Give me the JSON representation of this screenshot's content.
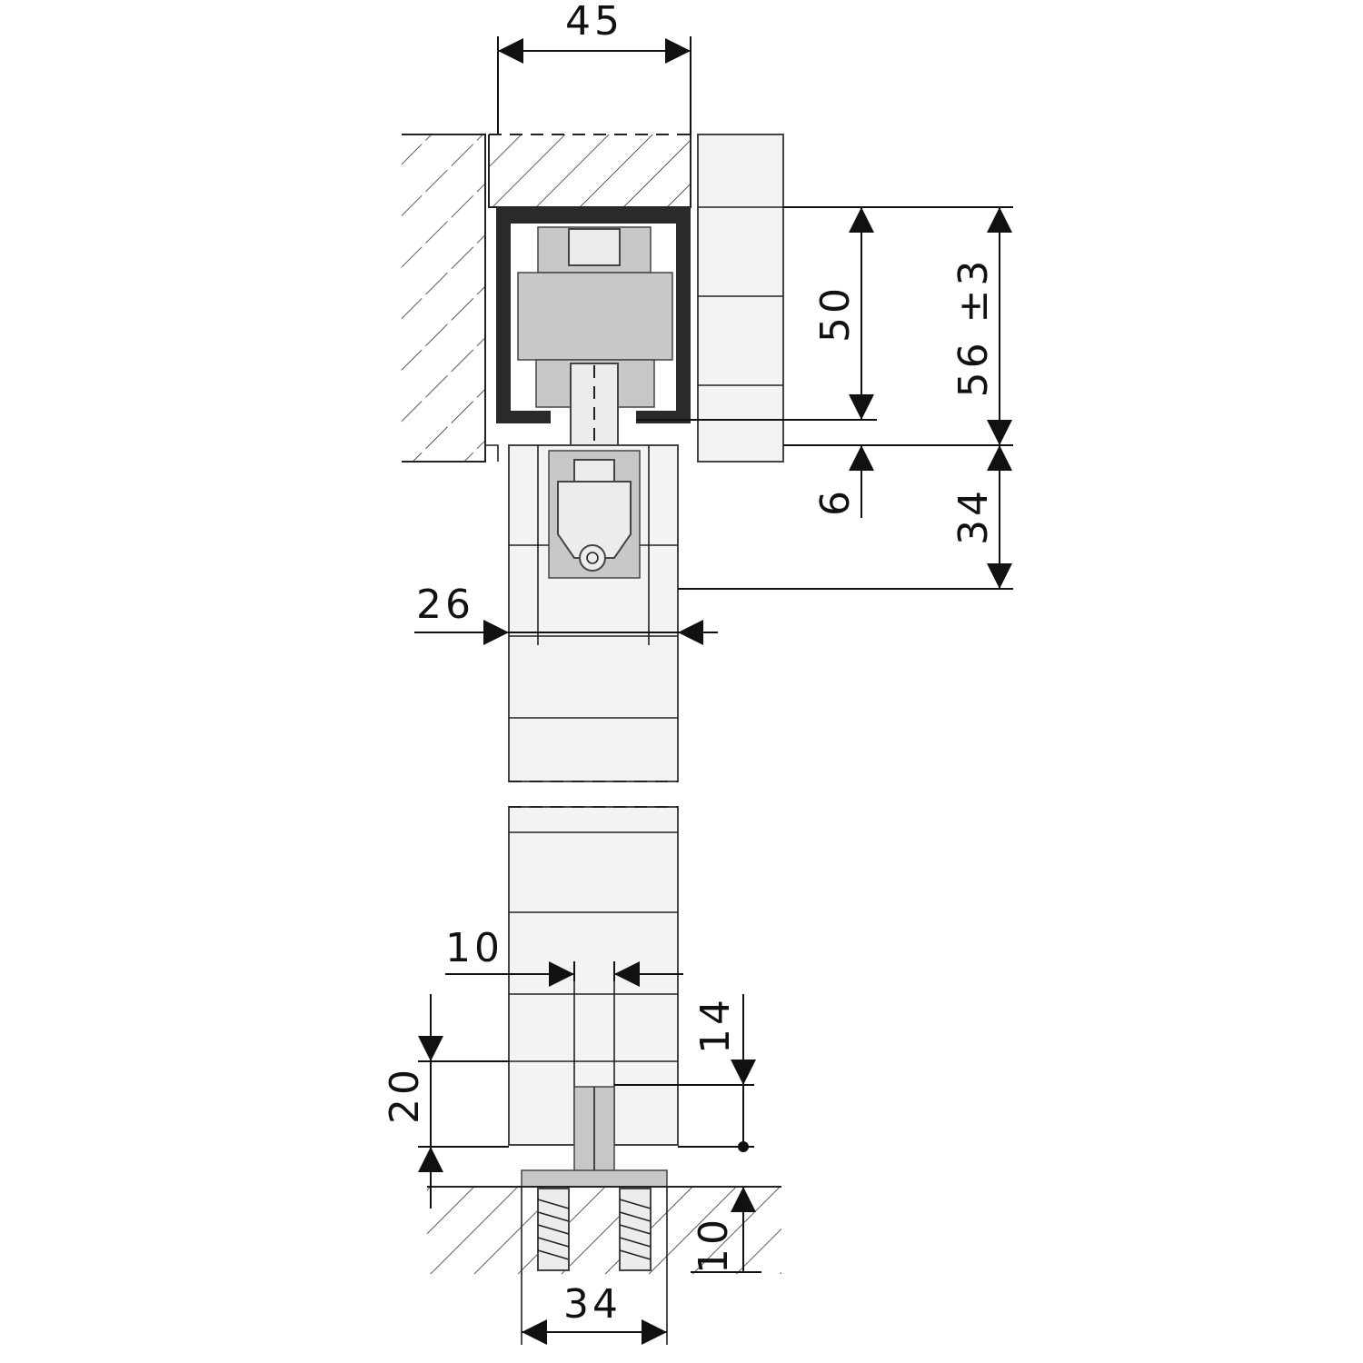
{
  "dimensions": {
    "top_width": "45",
    "track_height": "50",
    "total_height": "56 ±3",
    "gap": "6",
    "hanger_height": "34",
    "door_thickness": "26",
    "guide_width": "10",
    "guide_height_14": "14",
    "guide_height_20": "20",
    "floor_depth": "10",
    "base_width": "34"
  },
  "colors": {
    "line": "#222222",
    "fill_light": "#ececec",
    "fill_grey": "#c8c8c8",
    "fill_dark": "#2a2a2a"
  }
}
